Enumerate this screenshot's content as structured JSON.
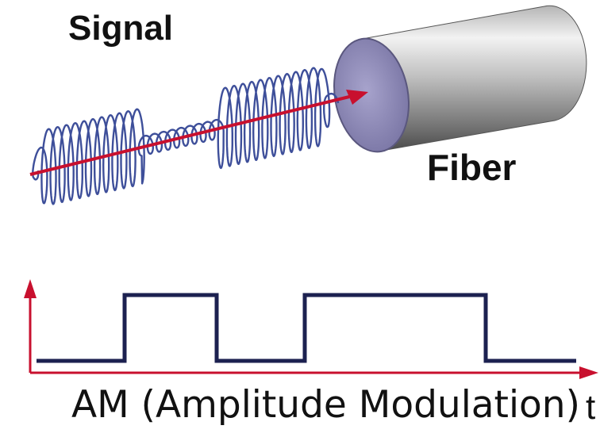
{
  "labels": {
    "signal": "Signal",
    "fiber": "Fiber",
    "caption": "AM (Amplitude Modulation)",
    "time_axis": "t"
  },
  "colors": {
    "wave": "#3e4f9a",
    "arrow": "#c8102e",
    "pulse": "#1c2150",
    "axis": "#c8102e",
    "fiber_body": "#9a9a9a",
    "fiber_face": "#8a86b4"
  },
  "icons": {
    "fiber": "fiber-cylinder-icon",
    "wave": "modulated-wave-icon"
  },
  "am_pulse": {
    "levels": [
      0,
      1,
      0,
      1,
      0
    ]
  }
}
